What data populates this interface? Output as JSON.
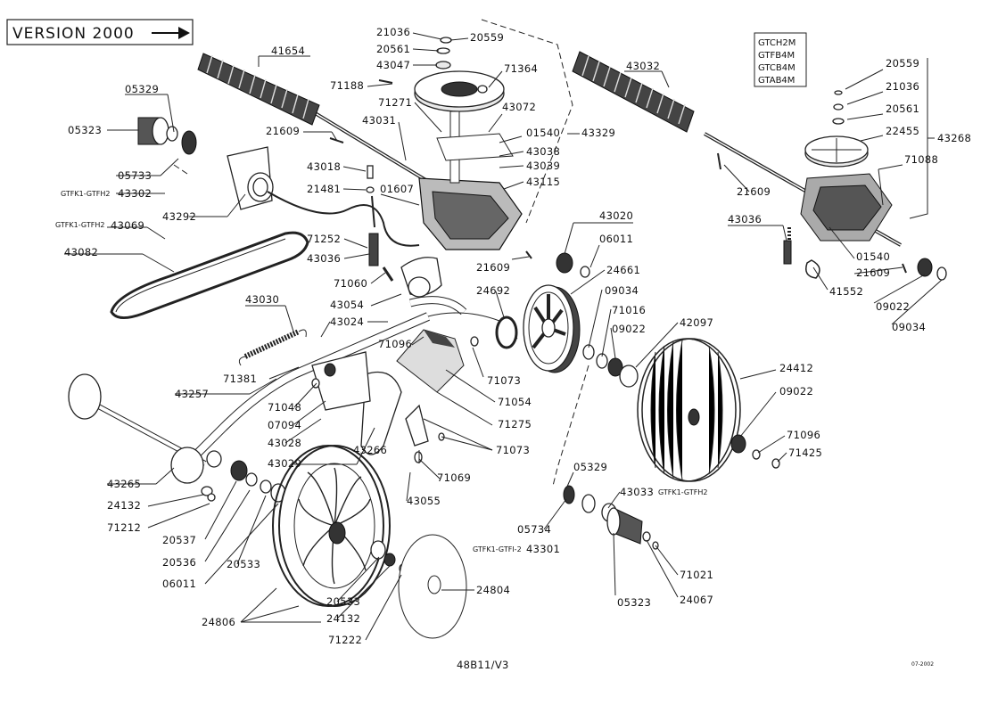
{
  "header": {
    "version_label": "VERSION 2000"
  },
  "model_box": {
    "lines": [
      "GTCH2M",
      "GTFB4M",
      "GTCB4M",
      "GTAB4M"
    ]
  },
  "footer": {
    "drawing_code": "48B11/V3",
    "date": "07-2002"
  },
  "labels": {
    "p41654": "41654",
    "p05329a": "05329",
    "p05323a": "05323",
    "p05733": "05733",
    "p43302_prefix": "GTFK1-GTFH2",
    "p43302": "43302",
    "p21609a": "21609",
    "p43292": "43292",
    "p43069_prefix": "GTFK1-GTFH2",
    "p43069": "43069",
    "p43082": "43082",
    "p21036a": "21036",
    "p20559a": "20559",
    "p20561a": "20561",
    "p43047": "43047",
    "p71364": "71364",
    "p71188": "71188",
    "p71271": "71271",
    "p43072": "43072",
    "p43031": "43031",
    "p01540a": "01540",
    "p43329": "43329",
    "p43038": "43038",
    "p43039": "43039",
    "p43018": "43018",
    "p43115": "43115",
    "p21481": "21481",
    "p01607": "01607",
    "p71252": "71252",
    "p43036a": "43036",
    "p71060": "71060",
    "p43020": "43020",
    "p06011a": "06011",
    "p21609b": "21609",
    "p24661": "24661",
    "p24692": "24692",
    "p09034a": "09034",
    "p71016": "71016",
    "p09022a": "09022",
    "p42097": "42097",
    "p43030": "43030",
    "p43054": "43054",
    "p43024": "43024",
    "p71096a": "71096",
    "p71381": "71381",
    "p71073a": "71073",
    "p43257": "43257",
    "p71054": "71054",
    "p71048": "71048",
    "p71275": "71275",
    "p07094": "07094",
    "p43028": "43028",
    "p71073b": "71073",
    "p43029": "43029",
    "p43266": "43266",
    "p71069": "71069",
    "p43055": "43055",
    "p43265": "43265",
    "p24132a": "24132",
    "p71212": "71212",
    "p20537": "20537",
    "p20536": "20536",
    "p20533a": "20533",
    "p06011b": "06011",
    "p20533b": "20533",
    "p24132b": "24132",
    "p24806": "24806",
    "p71222": "71222",
    "p24804": "24804",
    "p05329b": "05329",
    "p43033": "43033",
    "p43033_suffix": "GTFK1-GTFH2",
    "p05734": "05734",
    "p43301_prefix": "GTFK1-GTFI-2",
    "p43301": "43301",
    "p05323b": "05323",
    "p71021": "71021",
    "p24067": "24067",
    "p43032": "43032",
    "p20559b": "20559",
    "p21036b": "21036",
    "p20561b": "20561",
    "p22455": "22455",
    "p43268": "43268",
    "p71088": "71088",
    "p21609c": "21609",
    "p43036b": "43036",
    "p01540b": "01540",
    "p21609d": "21609",
    "p41552": "41552",
    "p09022b": "09022",
    "p09034b": "09034",
    "p24412": "24412",
    "p09022c": "09022",
    "p71096b": "71096",
    "p71425": "71425"
  }
}
